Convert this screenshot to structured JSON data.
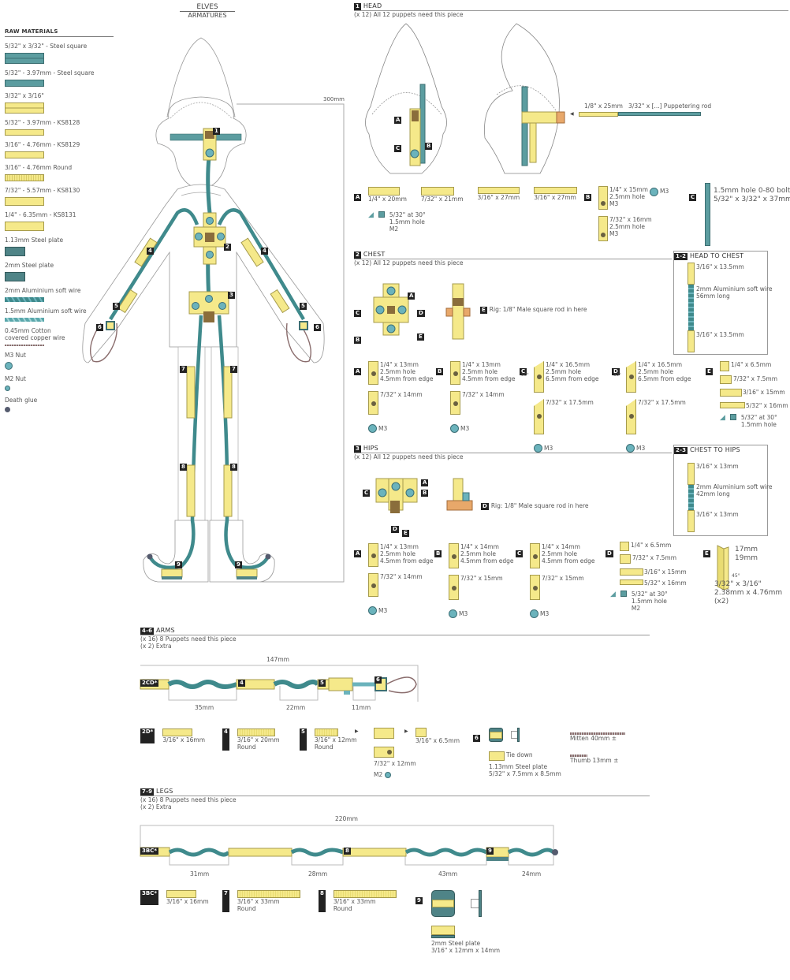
{
  "title": {
    "line1": "ELVES",
    "line2": "ARMATURES"
  },
  "colors": {
    "yellow": "#f5e98a",
    "teal": "#5c9da0",
    "plate": "#4f8487",
    "nut": "#6bb3bc",
    "glue": "#555b6e",
    "brown": "#8a6d3b",
    "orange": "#e8a86a"
  },
  "raw_materials": {
    "heading": "RAW MATERIALS",
    "items": [
      {
        "label": "5/32\" x 3/32\" - Steel square",
        "swatch": "teal-double"
      },
      {
        "label": "5/32\" - 3.97mm - Steel square",
        "swatch": "teal"
      },
      {
        "label": "3/32\" x 3/16\"",
        "swatch": "yellow-double"
      },
      {
        "label": "5/32\" - 3.97mm - KS8128",
        "swatch": "yellow-thin"
      },
      {
        "label": "3/16\" - 4.76mm - KS8129",
        "swatch": "yellow"
      },
      {
        "label": "3/16\" - 4.76mm Round",
        "swatch": "yellow-round"
      },
      {
        "label": "7/32\" - 5.57mm - KS8130",
        "swatch": "yellow-thick"
      },
      {
        "label": "1/4\" - 6.35mm - KS8131",
        "swatch": "yellow-thicker"
      },
      {
        "label": "1.13mm Steel plate",
        "swatch": "plate"
      },
      {
        "label": "2mm Steel plate",
        "swatch": "plate"
      },
      {
        "label": "2mm Aluminium soft wire",
        "swatch": "wire"
      },
      {
        "label": "1.5mm Aluminium soft wire",
        "swatch": "wire-thin"
      },
      {
        "label": "0.45mm Cotton",
        "label2": "covered copper wire",
        "swatch": "copper"
      },
      {
        "label": "M3 Nut",
        "swatch": "nut"
      },
      {
        "label": "M2 Nut",
        "swatch": "nut-sm"
      },
      {
        "label": "Death glue",
        "swatch": "glue"
      }
    ]
  },
  "figure": {
    "height_label": "300mm",
    "markers": [
      "1",
      "2",
      "3",
      "4",
      "4",
      "5",
      "5",
      "6",
      "6",
      "7",
      "7",
      "8",
      "8",
      "9",
      "9"
    ]
  },
  "head": {
    "num": "1",
    "title": "HEAD",
    "qty": "(x 12) All 12 puppets need this piece",
    "callouts": [
      "A",
      "B",
      "C"
    ],
    "rod": {
      "a": "1/8\" x 25mm",
      "b": "3/32\" x [...] Puppetering rod"
    },
    "parts": {
      "A": {
        "tag": "A",
        "items": [
          "1/4\" x 20mm",
          "7/32\" x 21mm",
          "3/16\" x 27mm",
          "3/16\" x 27mm"
        ],
        "small": [
          "5/32\" at 30°",
          "1.5mm hole",
          "M2"
        ]
      },
      "B": {
        "tag": "B",
        "top": [
          "1/4\" x 15mm",
          "2.5mm hole",
          "M3"
        ],
        "bottom": [
          "7/32\" x 16mm",
          "2.5mm hole",
          "M3"
        ],
        "nut": "M3"
      },
      "C": {
        "tag": "C",
        "lines": [
          "1.5mm hole 0-80 bolt",
          "5/32\" x 3/32\" x 37mm"
        ]
      }
    }
  },
  "chest": {
    "num": "2",
    "title": "CHEST",
    "qty": "(x 12) All 12 puppets need this piece",
    "callouts": [
      "A",
      "B",
      "C",
      "D",
      "E"
    ],
    "rig": "Rig: 1/8\" Male square rod in here",
    "parts": {
      "A": {
        "tag": "A",
        "top": [
          "1/4\" x 13mm",
          "2.5mm hole",
          "4.5mm from edge"
        ],
        "bottom": "7/32\" x 14mm",
        "nut": "M3"
      },
      "B": {
        "tag": "B",
        "top": [
          "1/4\" x 13mm",
          "2.5mm hole",
          "4.5mm from edge"
        ],
        "bottom": "7/32\" x 14mm",
        "nut": "M3"
      },
      "C": {
        "tag": "C",
        "top": [
          "1/4\" x 16.5mm",
          "2.5mm hole",
          "6.5mm from edge"
        ],
        "angle": "30°",
        "bottom": "7/32\" x 17.5mm",
        "nut": "M3"
      },
      "D": {
        "tag": "D",
        "top": [
          "1/4\" x 16.5mm",
          "2.5mm hole",
          "6.5mm from edge"
        ],
        "angle": "30°",
        "bottom": "7/32\" x 17.5mm",
        "nut": "M3"
      },
      "E": {
        "tag": "E",
        "items": [
          "1/4\" x 6.5mm",
          "7/32\" x 7.5mm",
          "3/16\" x 15mm",
          "5/32\" x 16mm"
        ],
        "small": [
          "5/32\" at 30°",
          "1.5mm hole"
        ]
      }
    }
  },
  "head_to_chest": {
    "num": "1-2",
    "title": "HEAD TO CHEST",
    "top": "3/16\" x 13.5mm",
    "wire": [
      "2mm Aluminium soft wire",
      "56mm long"
    ],
    "bottom": "3/16\" x 13.5mm"
  },
  "hips": {
    "num": "3",
    "title": "HIPS",
    "qty": "(x 12) All 12 puppets need this piece",
    "callouts": [
      "A",
      "B",
      "C",
      "D",
      "E"
    ],
    "rig": "Rig: 1/8\" Male square rod in here",
    "parts": {
      "A": {
        "tag": "A",
        "top": [
          "1/4\" x 13mm",
          "2.5mm hole",
          "4.5mm from edge"
        ],
        "bottom": "7/32\" x 14mm",
        "nut": "M3"
      },
      "B": {
        "tag": "B",
        "top": [
          "1/4\" x 14mm",
          "2.5mm hole",
          "4.5mm from edge"
        ],
        "bottom": "7/32\" x 15mm",
        "nut": "M3"
      },
      "C": {
        "tag": "C",
        "top": [
          "1/4\" x 14mm",
          "2.5mm hole",
          "4.5mm from edge"
        ],
        "bottom": "7/32\" x 15mm",
        "nut": "M3"
      },
      "D": {
        "tag": "D",
        "items": [
          "1/4\" x 6.5mm",
          "7/32\" x 7.5mm",
          "3/16\" x 15mm",
          "5/32\" x 16mm"
        ],
        "small": [
          "5/32\" at 30°",
          "1.5mm hole",
          "M2"
        ]
      },
      "E": {
        "tag": "E",
        "dims": [
          "17mm",
          "19mm"
        ],
        "angle": "45°",
        "lines": [
          "3/32\" x 3/16\"",
          "2.38mm x 4.76mm",
          "(x2)"
        ]
      }
    }
  },
  "chest_to_hips": {
    "num": "2-3",
    "title": "CHEST TO HIPS",
    "top": "3/16\" x 13mm",
    "wire": [
      "2mm Aluminium soft wire",
      "42mm long"
    ],
    "bottom": "3/16\" x 13mm"
  },
  "arms": {
    "num": "4-6",
    "title": "ARMS",
    "qty": "(x 16) 8 Puppets need this piece",
    "extra": "(x 2) Extra",
    "total": "147mm",
    "assembly_tags": [
      "2CD*",
      "4",
      "5",
      "6"
    ],
    "spans": [
      "35mm",
      "22mm",
      "11mm"
    ],
    "parts": [
      {
        "tag": "2D*",
        "lines": [
          "3/16\" x 16mm"
        ]
      },
      {
        "tag": "4",
        "lines": [
          "3/16\" x 20mm",
          "Round"
        ]
      },
      {
        "tag": "5",
        "lines": [
          "3/16\" x 12mm",
          "Round"
        ]
      },
      {
        "tag": "",
        "lines": [
          "3/16\" x 6.5mm"
        ]
      },
      {
        "tag": "",
        "lines": [
          "7/32\" x 12mm"
        ]
      },
      {
        "tag": "",
        "lines": [
          "M2"
        ]
      },
      {
        "tag": "6",
        "tie": "Tie down",
        "lines": [
          "1.13mm Steel plate",
          "5/32\" x 7.5mm x 8.5mm"
        ]
      }
    ],
    "wires": [
      "Mitten 40mm ±",
      "Thumb 13mm ±"
    ]
  },
  "legs": {
    "num": "7-9",
    "title": "LEGS",
    "qty": "(x 16) 8 Puppets need this piece",
    "extra": "(x 2) Extra",
    "total": "220mm",
    "assembly_tags": [
      "3BC*",
      "8",
      "9"
    ],
    "spans": [
      "31mm",
      "28mm",
      "43mm",
      "24mm"
    ],
    "parts": [
      {
        "tag": "3BC*",
        "lines": [
          "3/16\" x 16mm"
        ]
      },
      {
        "tag": "7",
        "lines": [
          "3/16\" x 33mm",
          "Round"
        ]
      },
      {
        "tag": "8",
        "lines": [
          "3/16\" x 33mm",
          "Round"
        ]
      },
      {
        "tag": "9",
        "lines": [
          "2mm Steel plate",
          "3/16\" x 12mm x 14mm"
        ]
      }
    ]
  }
}
